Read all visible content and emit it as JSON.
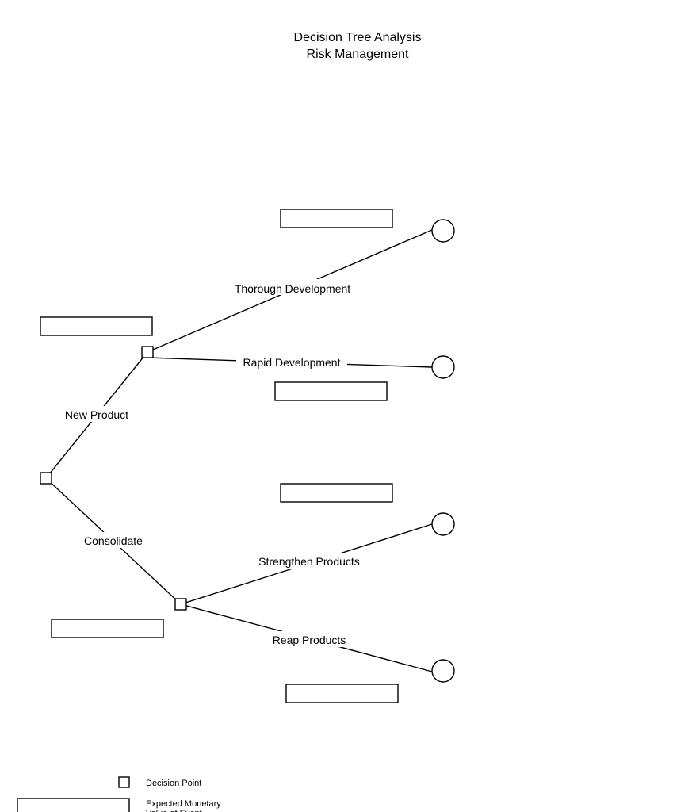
{
  "title": {
    "line1": "Decision Tree Analysis",
    "line2": "Risk Management"
  },
  "branches": {
    "thorough_development": "Thorough Development",
    "rapid_development": "Rapid Development",
    "new_product": "New Product",
    "consolidate": "Consolidate",
    "strengthen_products": "Strengthen Products",
    "reap_products": "Reap Products"
  },
  "legend": {
    "decision_point": "Decision Point",
    "expected_monetary_value": "Expected Monetary Value of Event"
  },
  "colors": {
    "stroke": "#000000",
    "background": "#ffffff"
  }
}
